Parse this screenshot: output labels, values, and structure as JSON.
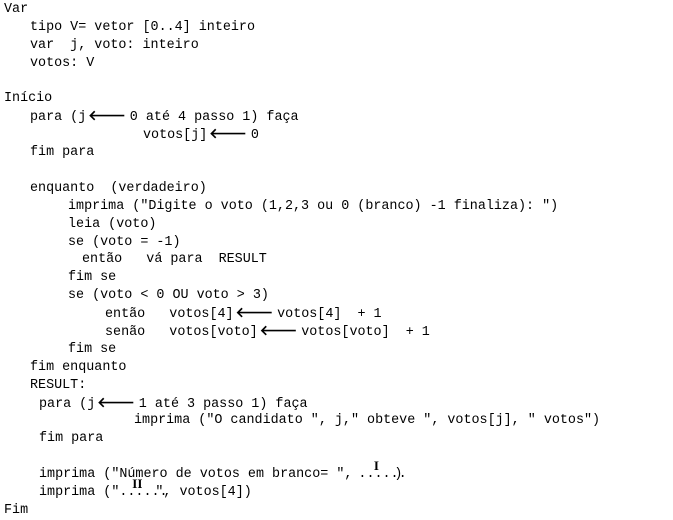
{
  "lines": {
    "l1": "Var",
    "l2": "tipo V= vetor [0..4] inteiro",
    "l3": "var  j, voto: inteiro",
    "l4": "votos: V",
    "l6": "Início",
    "l7a": "para (j",
    "l7b": "0 até 4 passo 1) faça",
    "l8a": "votos[j]",
    "l8b": "0",
    "l9": "fim para",
    "l11": "enquanto  (verdadeiro)",
    "l12": "imprima (\"Digite o voto (1,2,3 ou 0 (branco) -1 finaliza): \")",
    "l13": "leia (voto)",
    "l14": "se (voto = -1)",
    "l15": "então   vá para  RESULT",
    "l16": "fim se",
    "l17": "se (voto < 0 OU voto > 3)",
    "l18a": "então   votos[4]",
    "l18b": "votos[4]  + 1",
    "l19a": "senão   votos[voto]",
    "l19b": "votos[voto]  + 1",
    "l20": "fim se",
    "l21": "fim enquanto",
    "l22": "RESULT:",
    "l23a": "para (j",
    "l23b": "1 até 3 passo 1) faça",
    "l24": "imprima (\"O candidato \", j,\" obteve \", votos[j], \" votos\")",
    "l25": "fim para",
    "l27a": "imprima (\"Número de votos em branco= \",",
    "l27b": ")",
    "l28a": "imprima (\"",
    "l28b": "\", votos[4])",
    "l29": "Fim"
  },
  "blanks": {
    "mark_one": "I",
    "mark_two": "II",
    "dots": "......"
  },
  "icons": {
    "arrow": "left-arrow-icon",
    "glyph": "🡐"
  }
}
